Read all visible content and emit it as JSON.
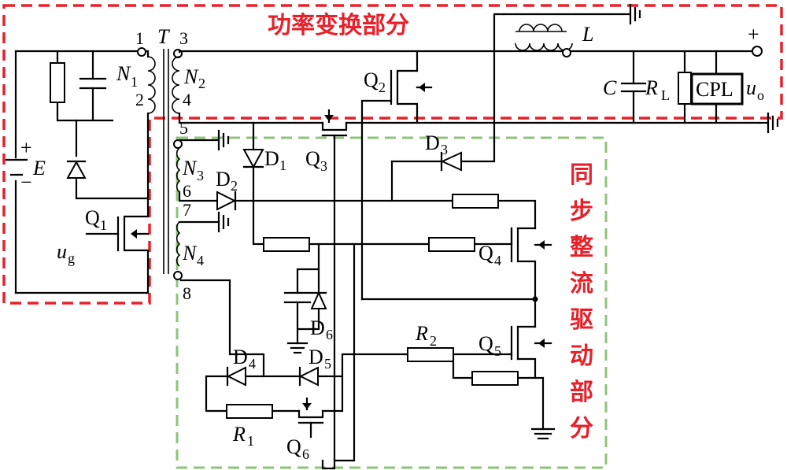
{
  "regions": {
    "power_stage": "功率变换部分",
    "sync_drive": "同步整流驱动部分",
    "power_color": "#e8202a",
    "drive_color": "#8ec47a"
  },
  "transformer": {
    "name": "T",
    "windings": [
      {
        "name": "N",
        "sub": "1",
        "pins": [
          "1",
          "2"
        ]
      },
      {
        "name": "N",
        "sub": "2",
        "pins": [
          "3",
          "4"
        ]
      },
      {
        "name": "N",
        "sub": "3",
        "pins": [
          "5",
          "6"
        ]
      },
      {
        "name": "N",
        "sub": "4",
        "pins": [
          "7",
          "8"
        ]
      }
    ]
  },
  "components": {
    "source": {
      "name": "E",
      "plus": "+",
      "minus": "−"
    },
    "gate_signal": {
      "name": "u",
      "sub": "g"
    },
    "inductor": "L",
    "capacitor": "C",
    "load_resistor": {
      "name": "R",
      "sub": "L"
    },
    "cpl": "CPL",
    "output": {
      "name": "u",
      "sub": "o",
      "plus": "+"
    },
    "resistors": [
      {
        "name": "R",
        "sub": "1"
      },
      {
        "name": "R",
        "sub": "2"
      }
    ],
    "transistors": [
      {
        "name": "Q",
        "sub": "1"
      },
      {
        "name": "Q",
        "sub": "2"
      },
      {
        "name": "Q",
        "sub": "3"
      },
      {
        "name": "Q",
        "sub": "4"
      },
      {
        "name": "Q",
        "sub": "5"
      },
      {
        "name": "Q",
        "sub": "6"
      }
    ],
    "diodes": [
      {
        "name": "D",
        "sub": "1"
      },
      {
        "name": "D",
        "sub": "2"
      },
      {
        "name": "D",
        "sub": "3"
      },
      {
        "name": "D",
        "sub": "4"
      },
      {
        "name": "D",
        "sub": "5"
      },
      {
        "name": "D",
        "sub": "6"
      }
    ]
  }
}
